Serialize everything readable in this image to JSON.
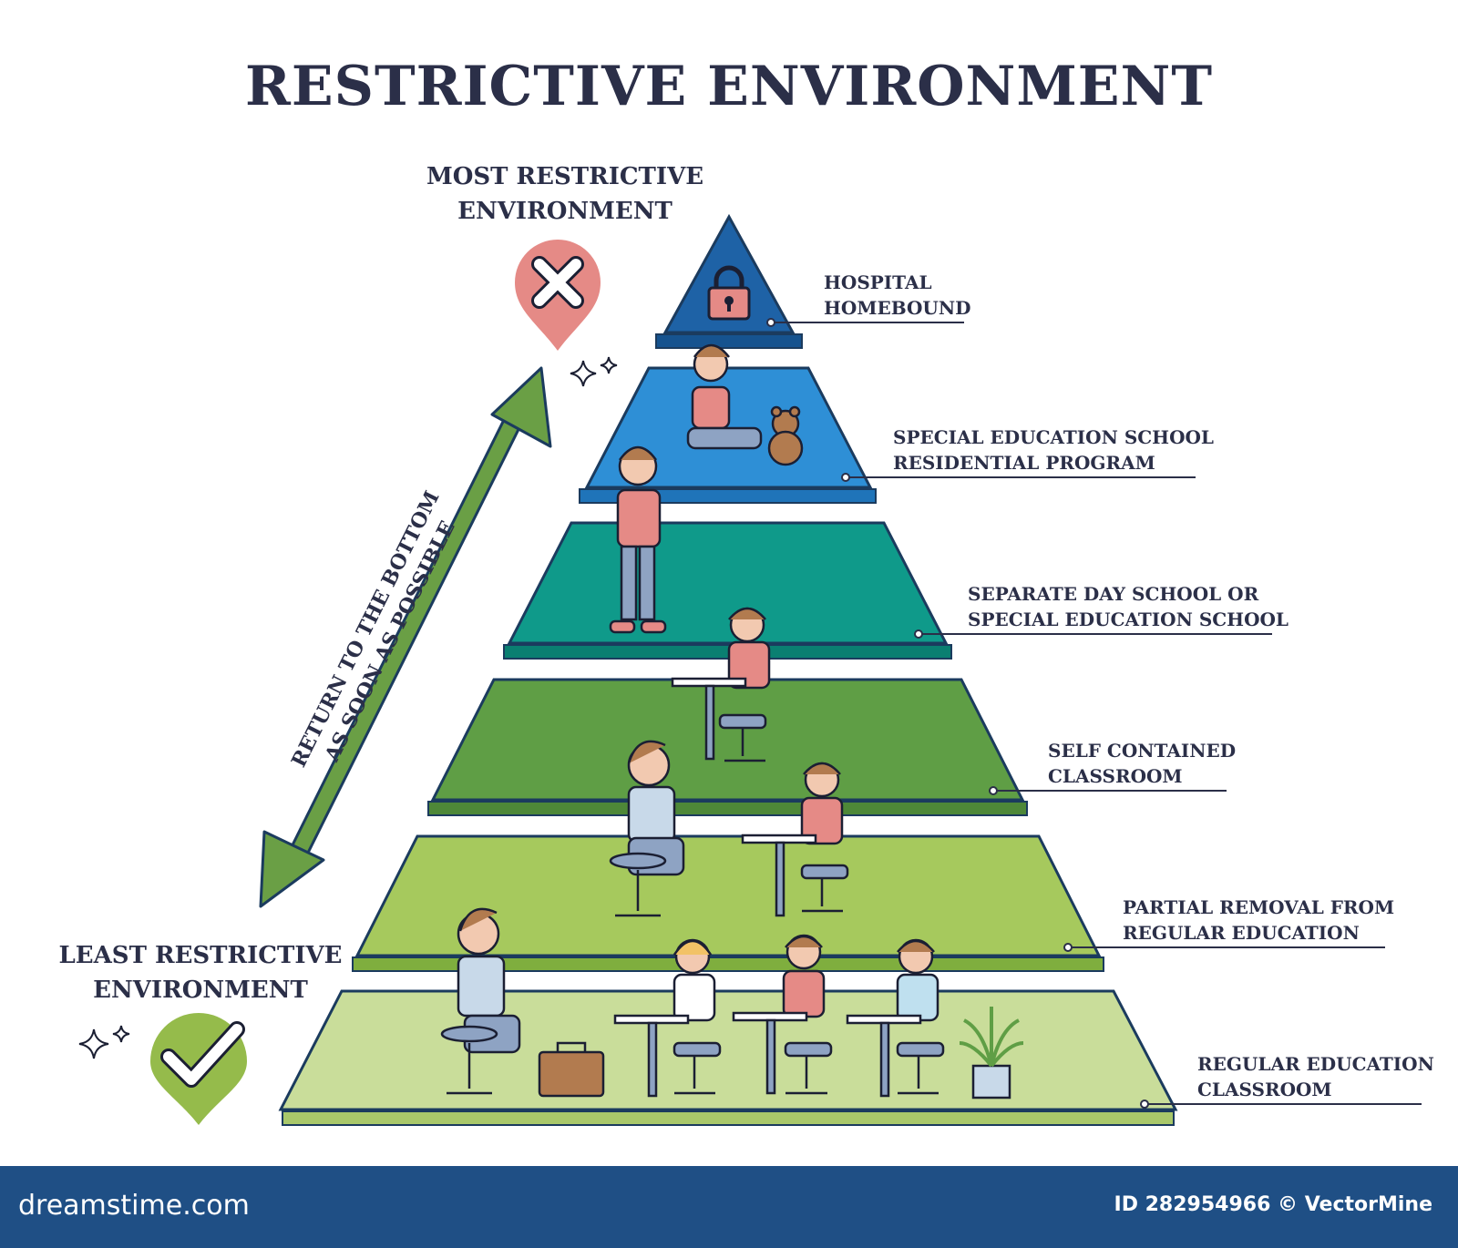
{
  "title": "RESTRICTIVE ENVIRONMENT",
  "most": {
    "line1": "MOST RESTRICTIVE",
    "line2": "ENVIRONMENT"
  },
  "least": {
    "line1": "LEAST RESTRICTIVE",
    "line2": "ENVIRONMENT"
  },
  "arrow_text": {
    "line1": "RETURN TO THE BOTTOM",
    "line2": "AS SOON AS POSSIBLE"
  },
  "levels": [
    {
      "line1": "HOSPITAL",
      "line2": "HOMEBOUND"
    },
    {
      "line1": "SPECIAL EDUCATION SCHOOL",
      "line2": "RESIDENTIAL PROGRAM"
    },
    {
      "line1": "SEPARATE DAY SCHOOL OR",
      "line2": "SPECIAL EDUCATION SCHOOL"
    },
    {
      "line1": "SELF CONTAINED",
      "line2": "CLASSROOM"
    },
    {
      "line1": "PARTIAL REMOVAL FROM",
      "line2": "REGULAR EDUCATION"
    },
    {
      "line1": "REGULAR EDUCATION",
      "line2": "CLASSROOM"
    }
  ],
  "colors": {
    "tier1": "#1e62a6",
    "tier2": "#2e8fd6",
    "tier3": "#0f9a8a",
    "tier4": "#5f9e45",
    "tier5": "#a6c95d",
    "tier6": "#c9dd9a",
    "arrow": "#6a9f45",
    "cross_pin": "#e58a86",
    "check_pin": "#95bb4b",
    "text": "#2b2f48",
    "footer": "#1f4f85"
  },
  "footer": {
    "brand": "dreamstime.com",
    "credit": "ID 282954966 © VectorMine"
  }
}
